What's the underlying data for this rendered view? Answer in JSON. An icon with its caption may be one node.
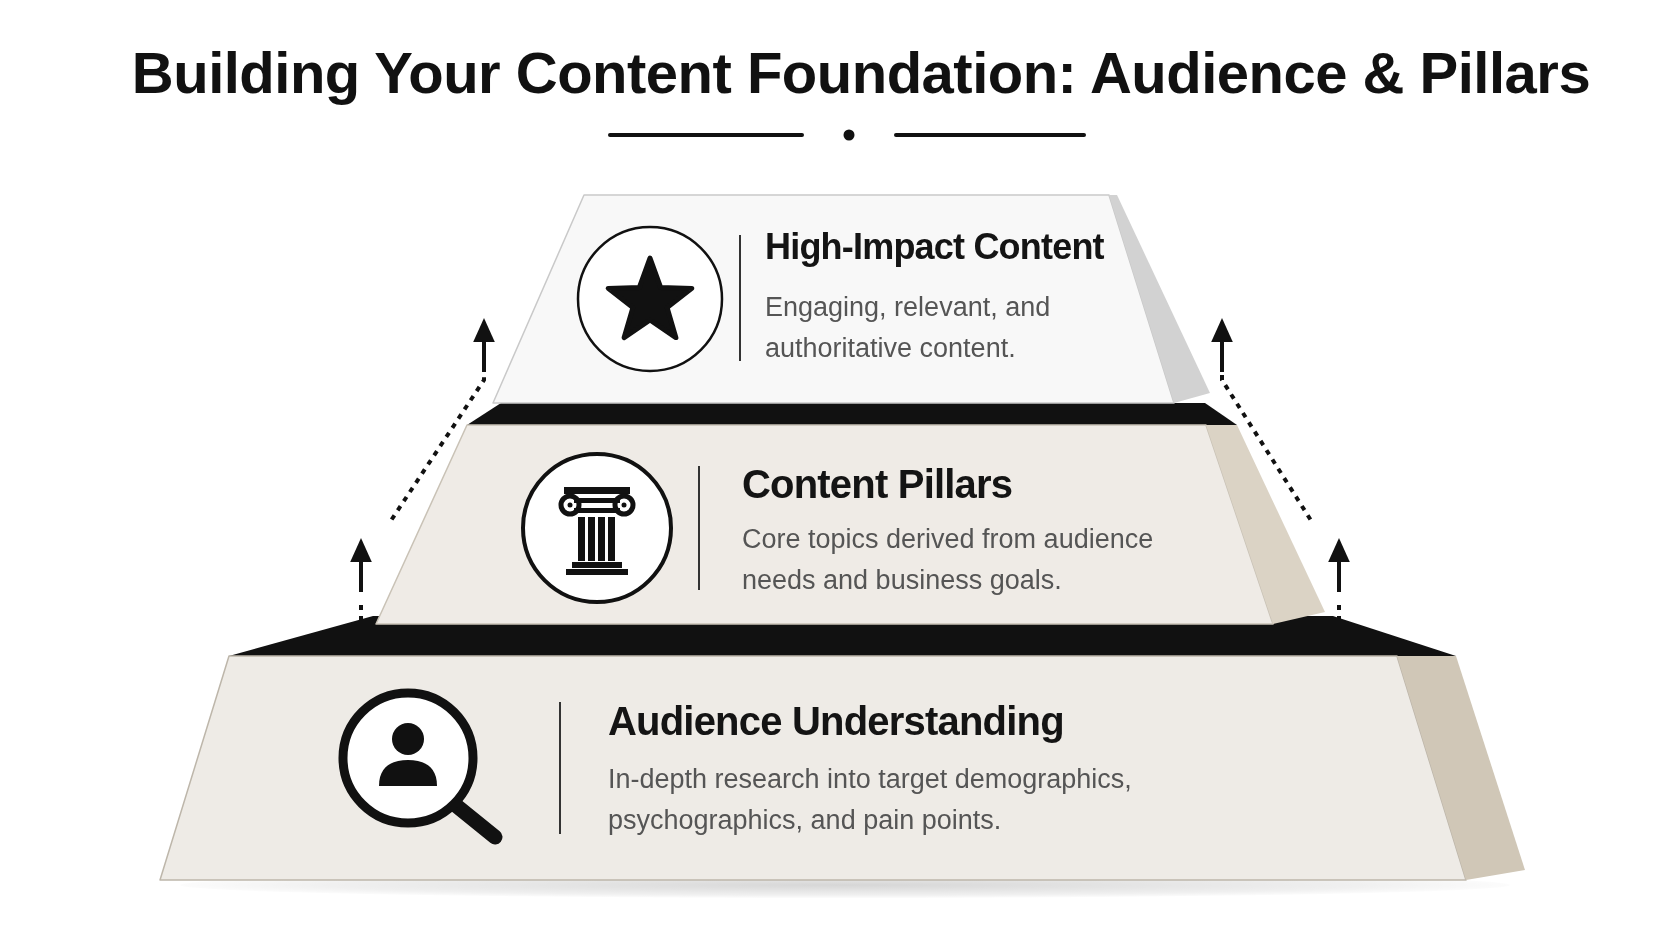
{
  "diagram": {
    "title": "Building Your Content Foundation: Audience & Pillars",
    "nodes": [
      {
        "text": [
          "High-Impact Content",
          "Engaging, relevant, and authoritative content."
        ]
      },
      {
        "text": [
          "Content Pillars",
          "Core topics derived from audience needs and business goals."
        ]
      },
      {
        "text": [
          "Audience Understanding",
          "In-depth research into target demographics, psychographics, and pain points."
        ]
      }
    ],
    "edges": [
      {
        "from": 2,
        "to": 1,
        "arrow": "to",
        "style": "dashed"
      },
      {
        "from": 1,
        "to": 0,
        "arrow": "to",
        "style": "dashed"
      },
      {
        "from": 2,
        "to": 1,
        "arrow": "to",
        "style": "dashed"
      },
      {
        "from": 1,
        "to": 0,
        "arrow": "to",
        "style": "dashed"
      }
    ]
  }
}
